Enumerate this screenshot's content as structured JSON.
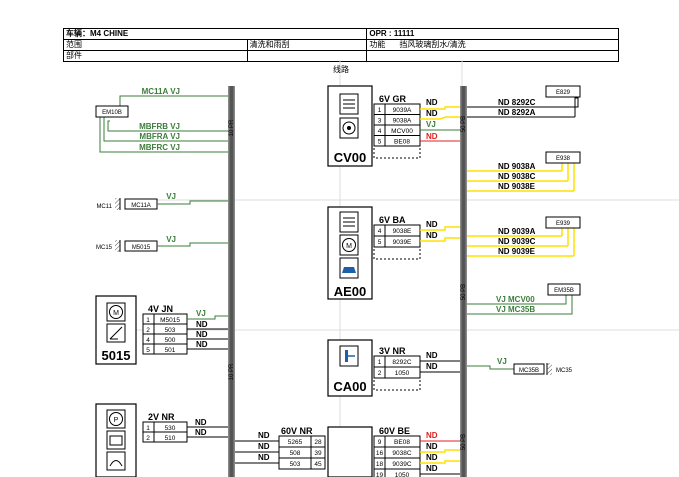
{
  "header": {
    "vehicle": "车辆：M4 CHINE",
    "opr": "OPR : 11111",
    "scope_label": "范围",
    "scope_value": "清洗和雨刮",
    "function_label": "功能",
    "function_value": "挡风玻璃刮水/清洗",
    "part_label": "部件",
    "part_value": "",
    "line_label": "线路"
  },
  "colors": {
    "green": "#3a7d3a",
    "yellow": "#ffe000",
    "red": "#e02020",
    "bus": "#888888",
    "grid": "#dcdcdc"
  },
  "buses": {
    "left_top": "10 PR",
    "left_bottom": "10 PR",
    "right_top": "50 PB",
    "right_mid": "50 PB",
    "right_bottom": "50 PB"
  },
  "components": {
    "em10b": {
      "label": "EM10B",
      "wires": [
        "MC11A VJ",
        "MBFRB VJ",
        "MBFRA VJ",
        "MBFRC VJ"
      ]
    },
    "mc11": {
      "ground": "MC11",
      "box": "MC11A",
      "wire": "VJ"
    },
    "mc15": {
      "ground": "MC15",
      "box": "M5015",
      "wire": "VJ"
    },
    "c5015": {
      "id": "5015",
      "connector": "4V JN",
      "pins": [
        {
          "num": "1",
          "code": "M5015",
          "wire": "VJ"
        },
        {
          "num": "2",
          "code": "503",
          "wire": "ND"
        },
        {
          "num": "4",
          "code": "500",
          "wire": "ND"
        },
        {
          "num": "5",
          "code": "501",
          "wire": "ND"
        }
      ]
    },
    "c2v": {
      "connector": "2V NR",
      "pins": [
        {
          "num": "1",
          "code": "530",
          "wire": "ND"
        },
        {
          "num": "2",
          "code": "510",
          "wire": "ND"
        }
      ]
    },
    "cv00": {
      "id": "CV00",
      "connector": "6V GR",
      "pins": [
        {
          "num": "1",
          "code": "9039A",
          "wire": "ND"
        },
        {
          "num": "3",
          "code": "9038A",
          "wire": "ND"
        },
        {
          "num": "4",
          "code": "MCV00",
          "wire": "VJ"
        },
        {
          "num": "5",
          "code": "BE08",
          "wire": "ND"
        }
      ]
    },
    "ae00": {
      "id": "AE00",
      "connector": "6V BA",
      "pins": [
        {
          "num": "4",
          "code": "9038E",
          "wire": "ND"
        },
        {
          "num": "5",
          "code": "9039E",
          "wire": "ND"
        }
      ]
    },
    "ca00": {
      "id": "CA00",
      "connector": "3V NR",
      "pins": [
        {
          "num": "1",
          "code": "8292C",
          "wire": "ND"
        },
        {
          "num": "2",
          "code": "1050",
          "wire": "ND"
        }
      ]
    },
    "v60nr": {
      "connector": "60V NR",
      "rows": [
        {
          "wire": "ND",
          "code": "5265",
          "num": "28"
        },
        {
          "wire": "ND",
          "code": "508",
          "num": "39"
        },
        {
          "wire": "ND",
          "code": "503",
          "num": "45"
        }
      ]
    },
    "v60be": {
      "connector": "60V BE",
      "pins": [
        {
          "num": "9",
          "code": "BE08",
          "wire": "ND"
        },
        {
          "num": "16",
          "code": "9038C",
          "wire": "ND"
        },
        {
          "num": "18",
          "code": "9039C",
          "wire": "ND"
        },
        {
          "num": "19",
          "code": "1050",
          "wire": "ND"
        }
      ]
    },
    "e829": {
      "label": "E829",
      "wires": [
        "ND 8292C",
        "ND 8292A"
      ]
    },
    "e938": {
      "label": "E938",
      "wires": [
        "ND 9038A",
        "ND 9038C",
        "ND 9038E"
      ]
    },
    "e939": {
      "label": "E939",
      "wires": [
        "ND 9039A",
        "ND 9039C",
        "ND 9039E"
      ]
    },
    "em35b": {
      "label": "EM35B",
      "wires": [
        "VJ MCV00",
        "VJ MC35B"
      ]
    },
    "mc35": {
      "wire": "VJ",
      "box": "MC35B",
      "ground": "MC35"
    }
  }
}
